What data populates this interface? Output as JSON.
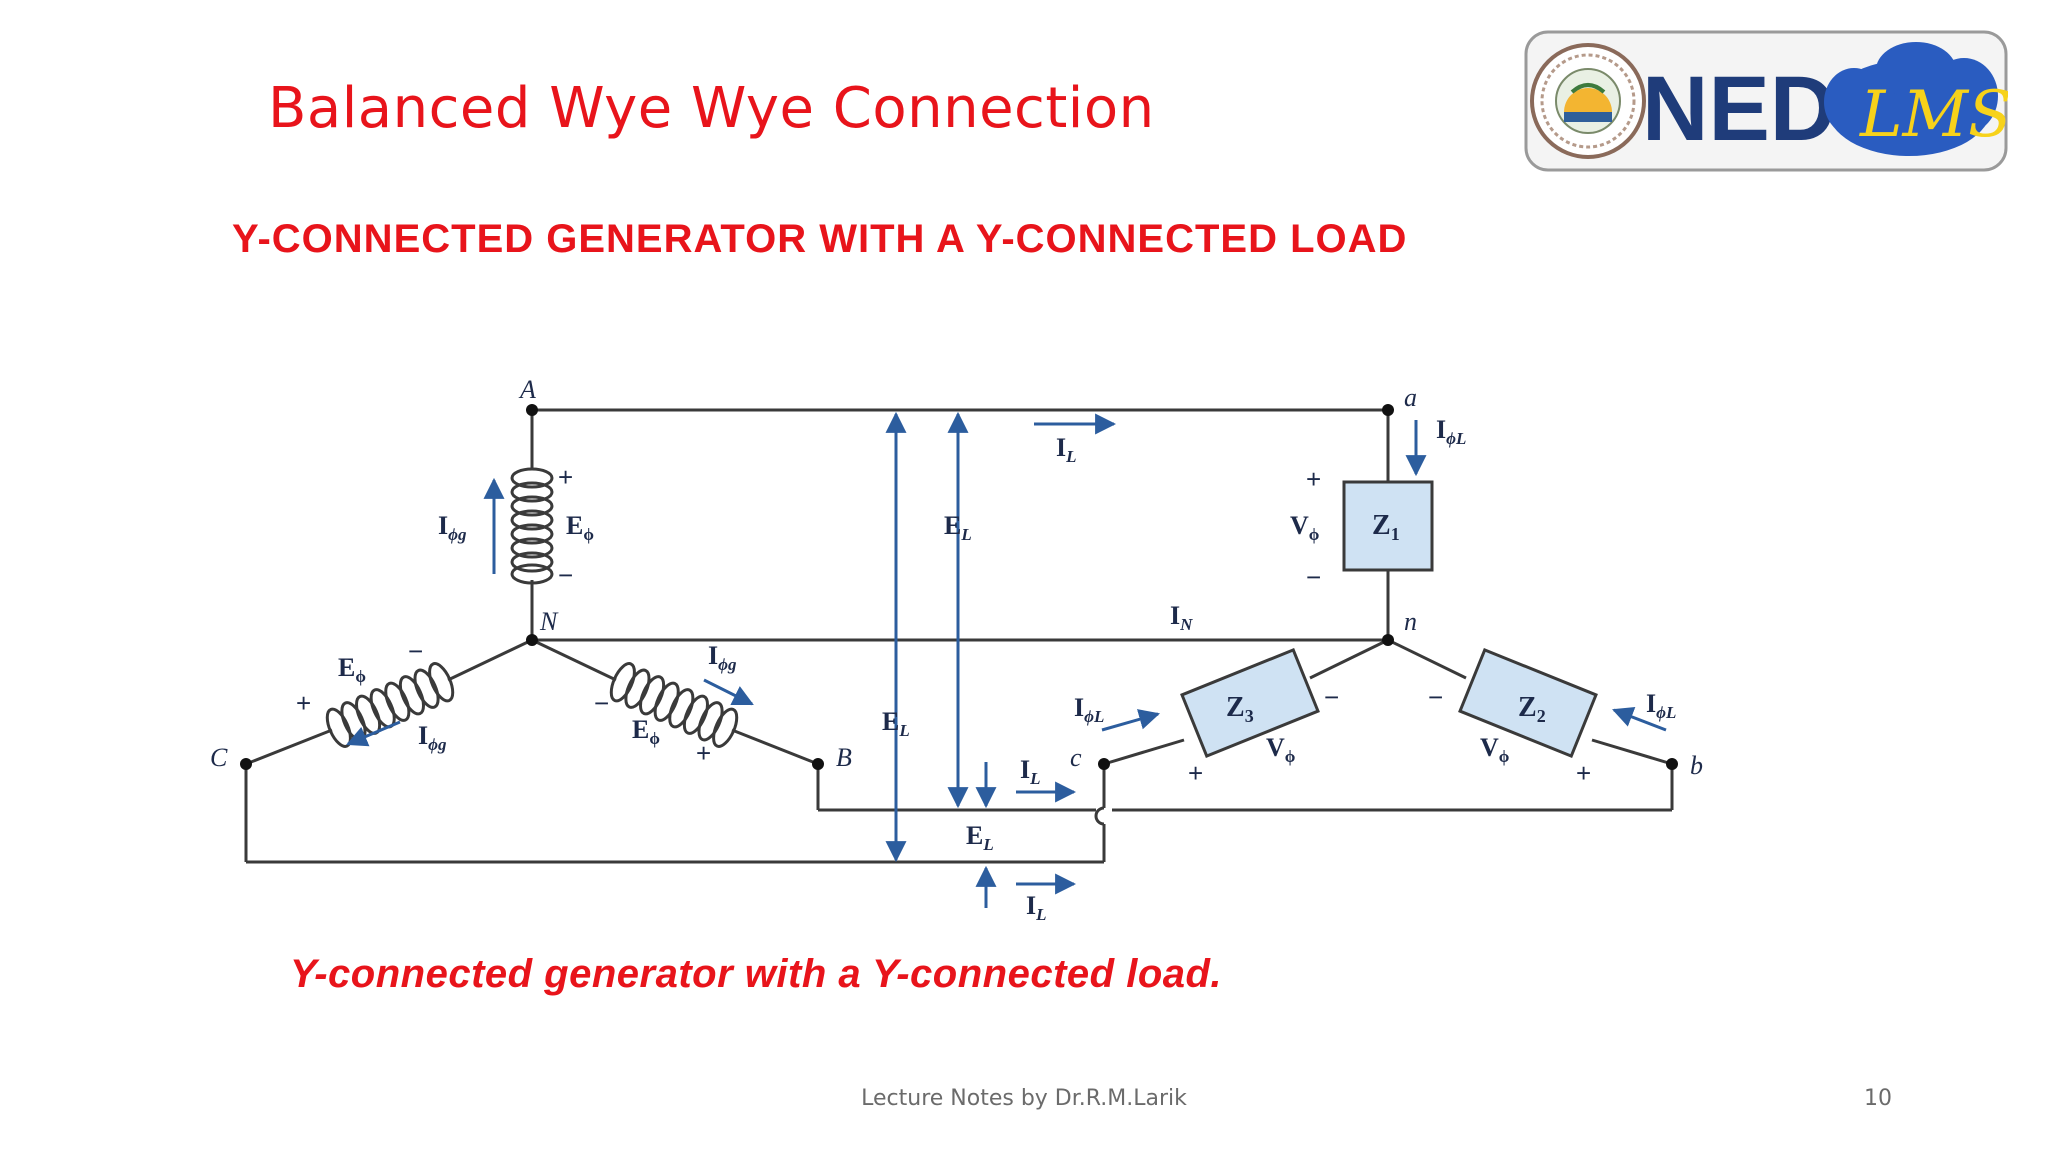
{
  "slide": {
    "title": "Balanced Wye Wye Connection",
    "heading": "Y-CONNECTED GENERATOR WITH A Y-CONNECTED LOAD",
    "caption": "Y-connected generator with a Y-connected load.",
    "footer": "Lecture Notes by Dr.R.M.Larik",
    "page_number": "10"
  },
  "logo": {
    "text": "NED",
    "script": "LMS"
  },
  "diagram": {
    "nodes": {
      "A": "A",
      "B": "B",
      "C": "C",
      "N": "N",
      "a": "a",
      "b": "b",
      "c": "c",
      "n": "n"
    },
    "impedances": {
      "z1": "Z",
      "z1_sub": "1",
      "z2": "Z",
      "z2_sub": "2",
      "z3": "Z",
      "z3_sub": "3"
    },
    "symbols": {
      "E": "E",
      "phi_sub": "ϕ",
      "I": "I",
      "phi_g_sub": "ϕg",
      "phi_L_sub": "ϕL",
      "L_sub": "L",
      "N_sub": "N",
      "V": "V",
      "plus": "+",
      "minus": "−"
    }
  },
  "colors": {
    "accent": "#e8141b",
    "wire": "#3a3a3a",
    "arrow": "#2c5d9e",
    "box_fill": "#cfe2f3",
    "text": "#1d2a4a"
  }
}
